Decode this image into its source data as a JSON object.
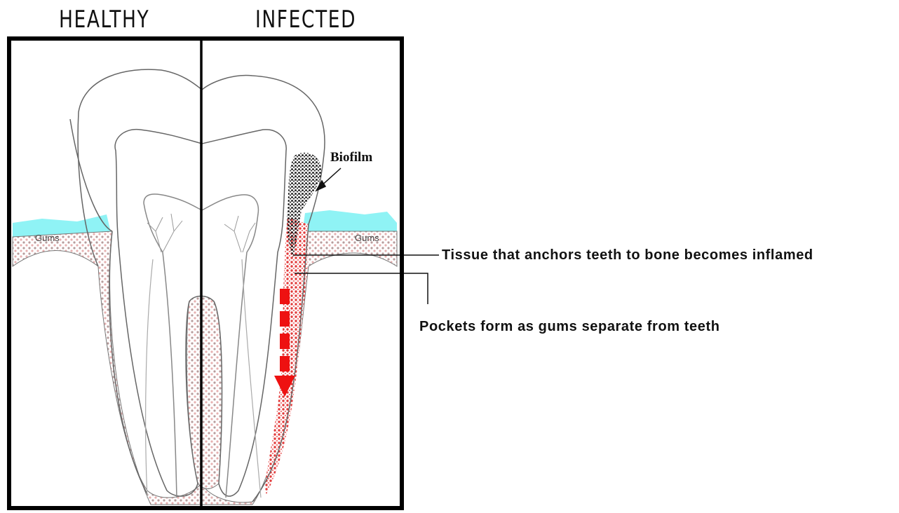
{
  "headers": {
    "healthy": "HEALTHY",
    "infected": "INFECTED"
  },
  "labels": {
    "gums_left": "Gums",
    "gums_right": "Gums",
    "biofilm": "Biofilm"
  },
  "callouts": {
    "tissue": "Tissue that anchors teeth to bone becomes inflamed",
    "pockets": "Pockets form as gums separate from teeth"
  },
  "colors": {
    "gum_surface": "#8ff3f5",
    "bone_tissue": "#c8a8a8",
    "inflamed": "#e23b3b",
    "arrow": "#ee1111",
    "biofilm": "#111111"
  }
}
